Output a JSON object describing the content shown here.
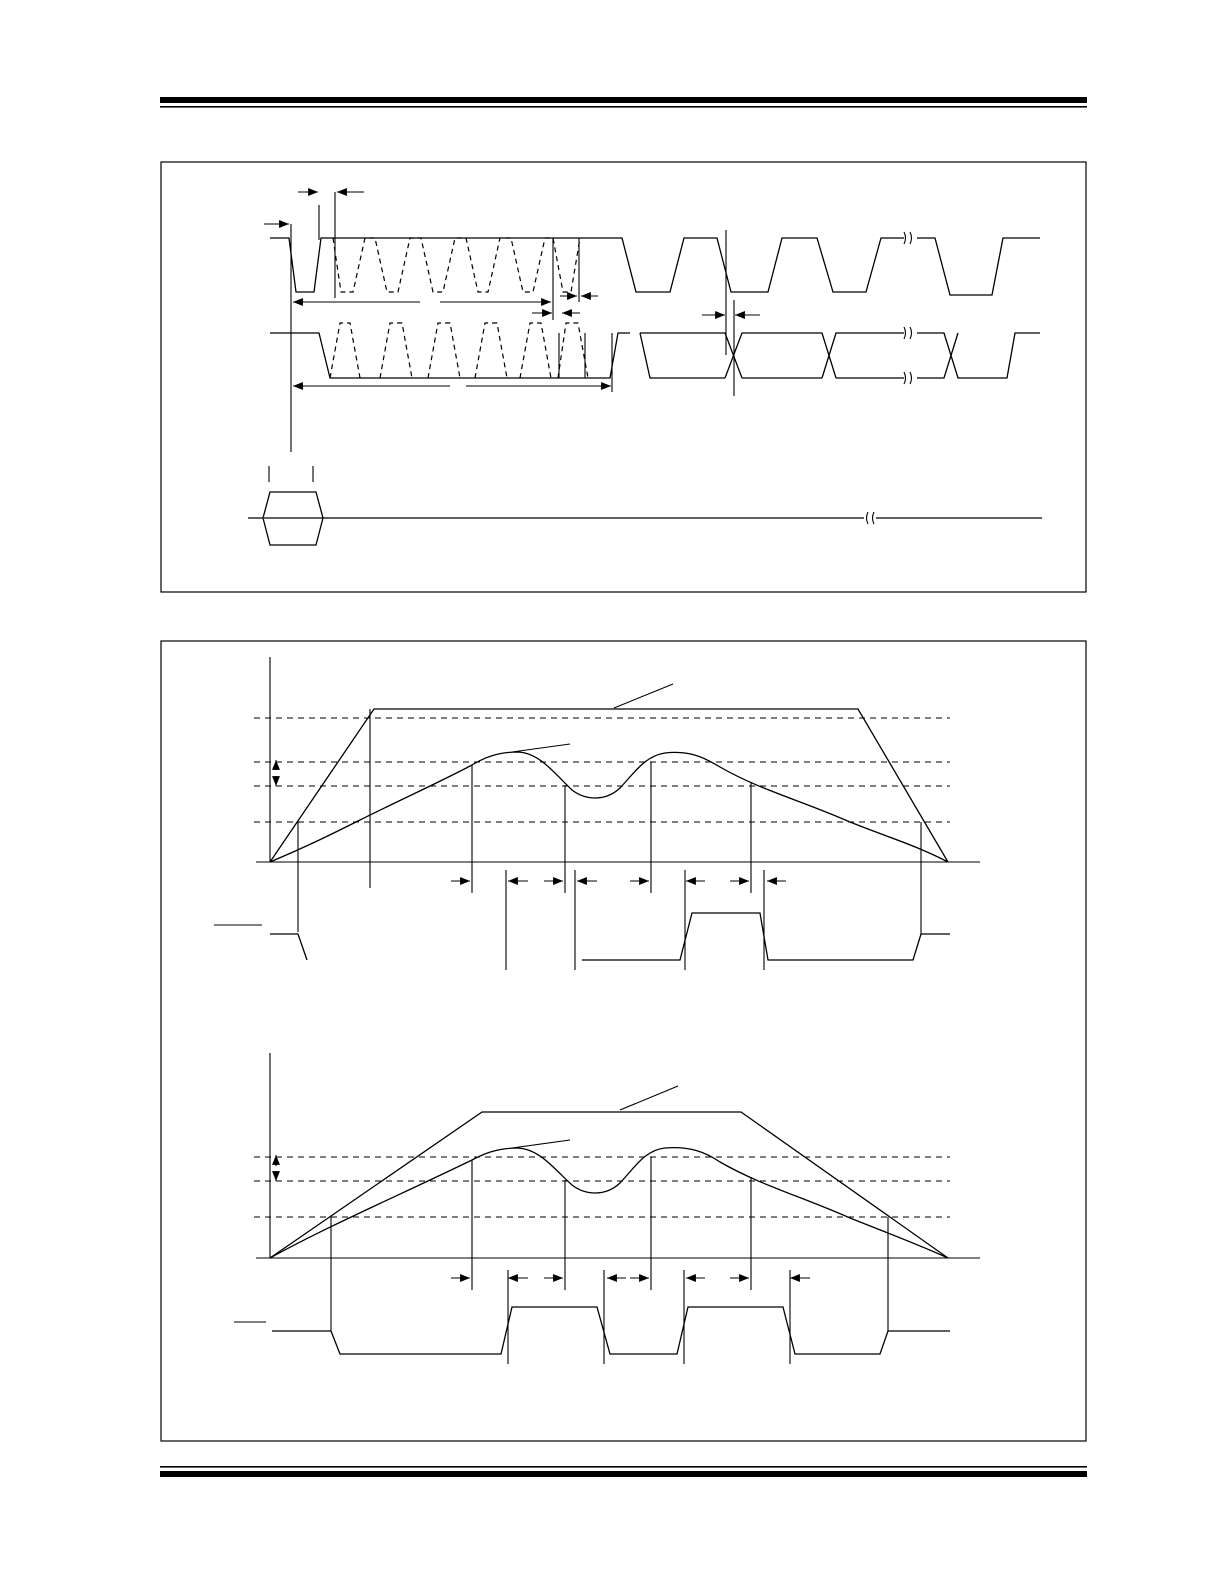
{
  "page": {
    "colors": {
      "ink": "#000000",
      "paper": "#ffffff"
    },
    "footer_rule": "double-thick",
    "header_rule": "double-thick"
  },
  "figures": [
    {
      "id": "upper-figure",
      "kind": "timing-diagram",
      "waveforms": [
        "top-clock-with-dashed-pulse-train",
        "middle-data-with-dashed-transitions",
        "bottom-bus-hexagon-then-flat"
      ],
      "text": []
    },
    {
      "id": "lower-figure",
      "kind": "analog-threshold-diagram",
      "panels": [
        "panel-a-fast-ramp",
        "panel-b-slow-ramp"
      ],
      "text": []
    }
  ]
}
